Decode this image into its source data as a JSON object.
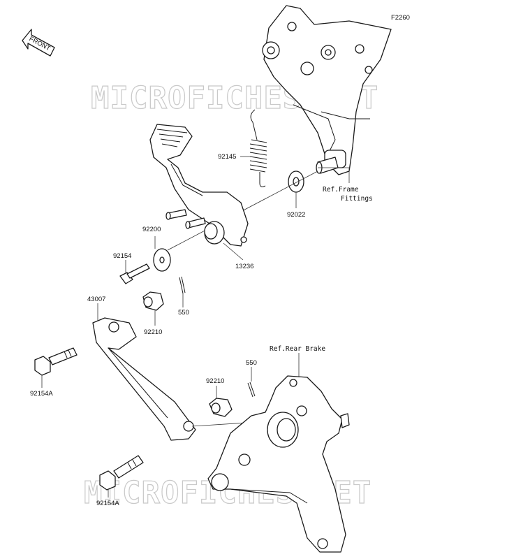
{
  "diagram_code": "F2260",
  "front_label": "FRONT",
  "watermark": "MICROFICHES.NET",
  "colors": {
    "line": "#1a1a1a",
    "watermark": "#c9c9c9",
    "background": "#ffffff"
  },
  "parts": {
    "spring": "92145",
    "washer_frame": "92022",
    "washer_pedal": "92200",
    "bushing": "13236",
    "bolt_pedal": "92154",
    "cotter_pin_upper": "550",
    "nut_upper": "92210",
    "rod": "43007",
    "bolt_rod_upper": "92154A",
    "nut_lower": "92210",
    "cotter_pin_lower": "550",
    "bolt_rod_lower": "92154A"
  },
  "references": {
    "frame_line1": "Ref.Frame",
    "frame_line2": "Fittings",
    "rear_brake": "Ref.Rear Brake"
  }
}
